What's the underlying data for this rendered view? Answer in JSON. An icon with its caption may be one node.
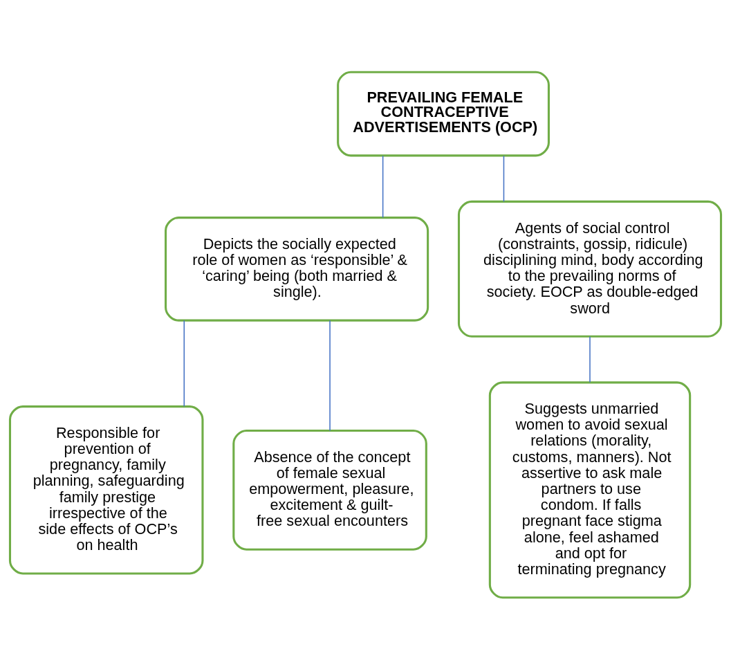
{
  "diagram": {
    "nodes": [
      {
        "text": [
          "PREVAILING FEMALE CONTRACEPTIVE ADVERTISEMENTS (OCP)"
        ]
      },
      {
        "text": [
          "Depicts the socially expected role of women as ‘responsible’ & ‘caring’ being (both married & single)."
        ]
      },
      {
        "text": [
          "Agents of social control (constraints, gossip, ridicule) disciplining mind, body according to the prevailing norms of society. EOCP as double-edged sword"
        ]
      },
      {
        "text": [
          "Responsible for prevention of pregnancy, family planning, safeguarding family prestige irrespective of the side effects of OCP’s on health"
        ]
      },
      {
        "text": [
          "Absence of the concept of female sexual empowerment, pleasure, excitement & guilt-free sexual encounters"
        ]
      },
      {
        "text": [
          "Suggests unmarried women to avoid sexual relations (morality, customs, manners). Not assertive to ask male partners to use condom. If falls pregnant face stigma alone, feel ashamed and opt for terminating pregnancy"
        ]
      }
    ],
    "edges": [
      {
        "from": 0,
        "to": 1,
        "arrow": "none"
      },
      {
        "from": 0,
        "to": 2,
        "arrow": "none"
      },
      {
        "from": 1,
        "to": 3,
        "arrow": "none"
      },
      {
        "from": 1,
        "to": 4,
        "arrow": "none"
      },
      {
        "from": 2,
        "to": 5,
        "arrow": "none"
      }
    ]
  }
}
